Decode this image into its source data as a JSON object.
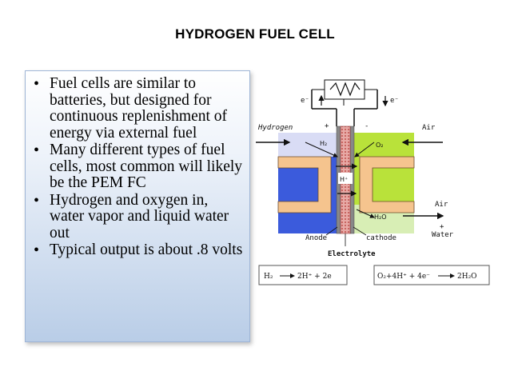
{
  "slide": {
    "title": "HYDROGEN FUEL CELL",
    "bullets": [
      "Fuel cells are similar to batteries, but designed for continuous replenishment of energy via external fuel",
      "Many different types of fuel cells, most common will likely be the PEM FC",
      "Hydrogen and oxygen in, water vapor and liquid water out",
      "Typical output is about .8 volts"
    ]
  },
  "diagram": {
    "electron_left": "e⁻",
    "electron_right": "e⁻",
    "hydrogen_label": "Hydrogen",
    "air_top_label": "Air",
    "plus_sign": "+",
    "minus_sign": "-",
    "h2_label": "H₂",
    "o2_label": "O₂",
    "hplus_label": "H⁺",
    "h2o_label": "H₂O",
    "air_bottom_label": "Air",
    "air_plus": "+",
    "water_label": "Water",
    "anode_label": "Anode",
    "cathode_label": "cathode",
    "electrolyte_label": "Electrolyte",
    "anode_equation": {
      "left": "H₂",
      "right": "2H⁺ + 2e"
    },
    "cathode_equation": {
      "left": "O₂+4H⁺ + 4e⁻",
      "right": "2H₂O"
    },
    "colors": {
      "anode_blue": "#3b5bdc",
      "cathode_green": "#b9e23a",
      "plate_tan": "#f5c48e",
      "membrane_red": "#c0504d"
    }
  }
}
